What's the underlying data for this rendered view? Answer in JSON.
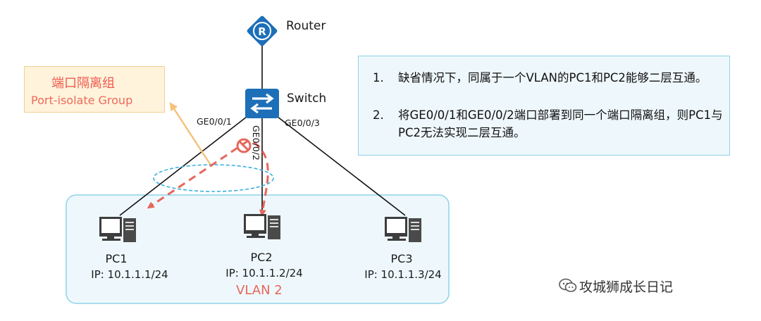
{
  "router": {
    "label": "Router"
  },
  "switch": {
    "label": "Switch"
  },
  "ports": {
    "ge1": "GE0/0/1",
    "ge2": "GE0/0/2",
    "ge3": "GE0/0/3"
  },
  "pcs": [
    {
      "name": "PC1",
      "ip": "IP: 10.1.1.1/24"
    },
    {
      "name": "PC2",
      "ip": "IP: 10.1.1.2/24"
    },
    {
      "name": "PC3",
      "ip": "IP: 10.1.1.3/24"
    }
  ],
  "vlan": {
    "label": "VLAN 2"
  },
  "isolate_group": {
    "title_cn": "端口隔离组",
    "title_en": "Port-isolate Group"
  },
  "notes": [
    {
      "num": "1.",
      "text": "缺省情况下，同属于一个VLAN的PC1和PC2能够二层互通。"
    },
    {
      "num": "2.",
      "text": "将GE0/0/1和GE0/0/2端口部署到同一个端口隔离组，则PC1与PC2无法实现二层互通。"
    }
  ],
  "watermark": {
    "text": "攻城狮成长日记"
  },
  "colors": {
    "device_blue": "#1d6fb8",
    "dash_red": "#e8665a",
    "ellipse_cyan": "#3ab0e0",
    "arrow_orange": "#f5c27a",
    "vlan_fill": "#eef8fc",
    "vlan_border": "#8ed2e8"
  }
}
